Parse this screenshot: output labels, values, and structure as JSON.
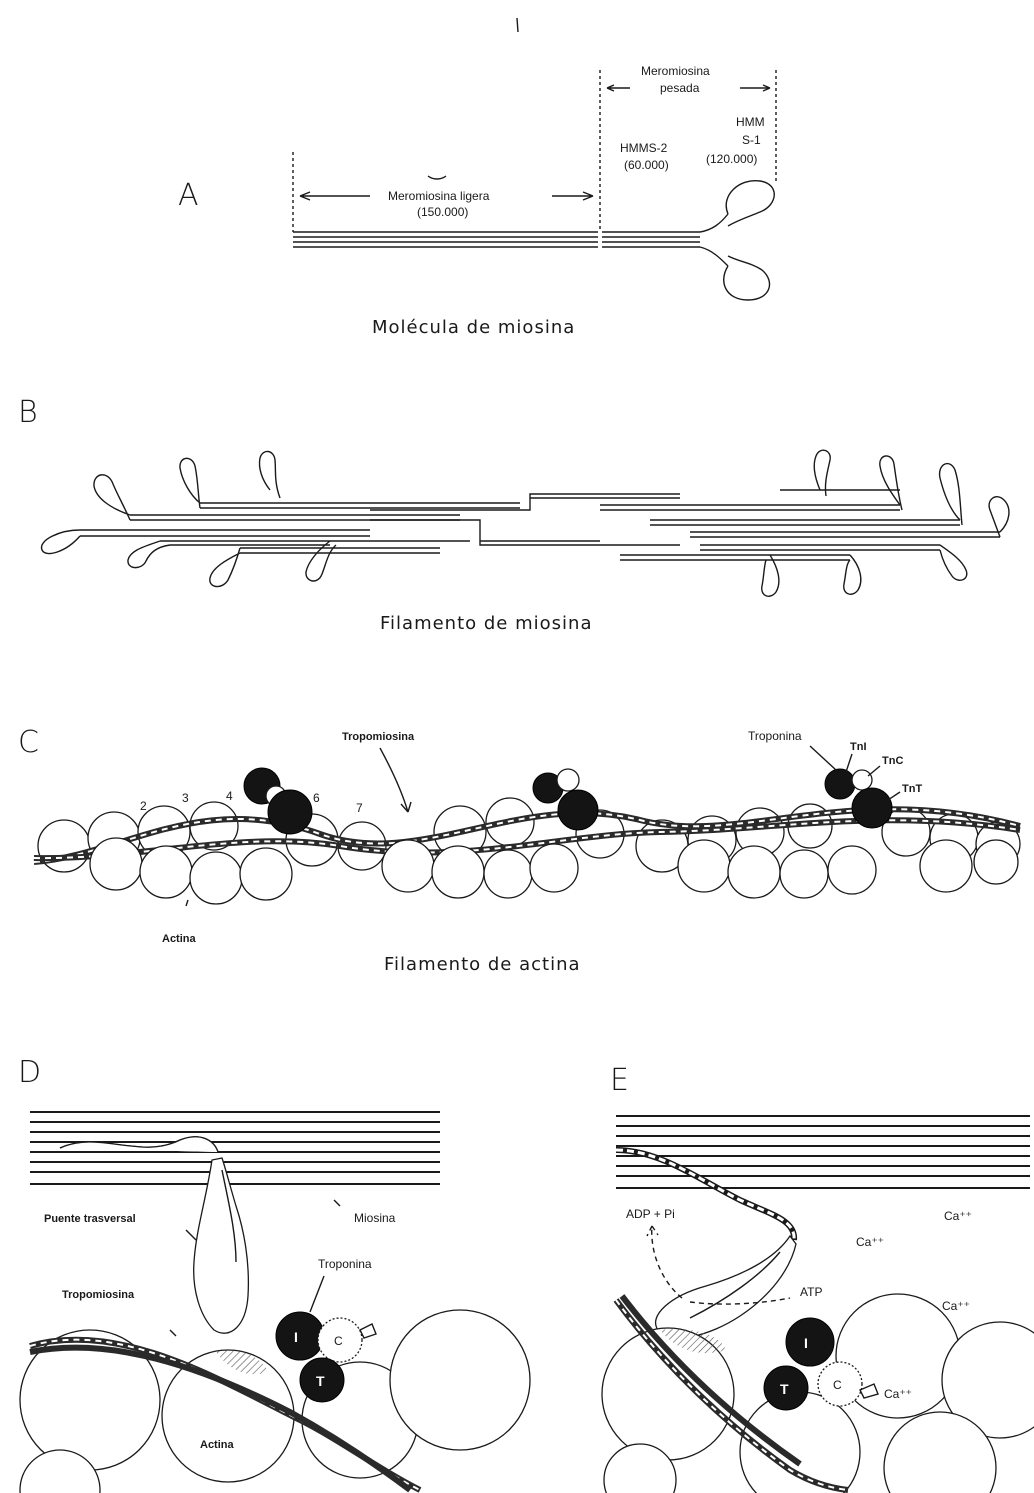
{
  "panels": {
    "a": {
      "letter": "A",
      "caption": "Molécula de miosina",
      "light": "Meromiosina ligera",
      "light_mw": "(150.000)",
      "heavy_1": "Meromiosina",
      "heavy_2": "pesada",
      "hmms2": "HMMS-2",
      "hmms2_mw": "(60.000)",
      "hmm_1": "HMM",
      "hmm_2": "S-1",
      "hmm_mw": "(120.000)"
    },
    "b": {
      "letter": "B",
      "caption": "Filamento de miosina"
    },
    "c": {
      "letter": "C",
      "caption": "Filamento de actina",
      "tropomiosina": "Tropomiosina",
      "troponina": "Troponina",
      "tni": "TnI",
      "tnc": "TnC",
      "tnt": "TnT",
      "actina": "Actina",
      "n2": "2",
      "n3": "3",
      "n4": "4",
      "n6": "6",
      "n7": "7"
    },
    "d": {
      "letter": "D",
      "puente": "Puente trasversal",
      "miosina": "Miosina",
      "troponina": "Troponina",
      "tropomiosina": "Tropomiosina",
      "actina": "Actina",
      "i": "I",
      "c": "C",
      "t": "T"
    },
    "e": {
      "letter": "E",
      "adp": "ADP + Pi",
      "atp": "ATP",
      "ca1": "Ca⁺⁺",
      "ca2": "Ca⁺⁺",
      "ca3": "Ca⁺⁺",
      "ca4": "Ca⁺⁺",
      "i": "I",
      "c": "C",
      "t": "T"
    }
  },
  "colors": {
    "ink": "#1a1a1a",
    "background": "#ffffff"
  }
}
